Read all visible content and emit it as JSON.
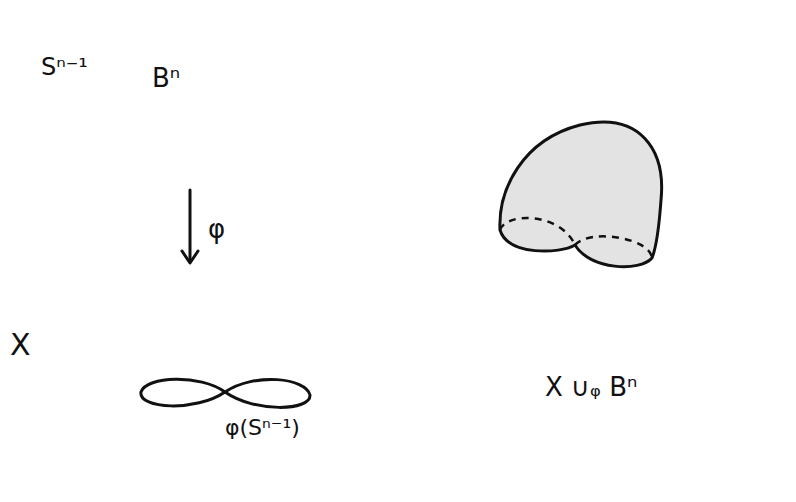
{
  "diagram": {
    "nodes": [
      {
        "text": [
          "Sⁿ⁻¹",
          "Bⁿ"
        ]
      },
      {
        "text": [
          "X",
          "φ(Sⁿ⁻¹)"
        ]
      },
      {
        "text": [
          "X ∪ᵩ Bⁿ"
        ]
      }
    ],
    "edges": [
      {
        "from": 0,
        "to": 1,
        "arrow": "to",
        "label": "φ"
      }
    ]
  }
}
